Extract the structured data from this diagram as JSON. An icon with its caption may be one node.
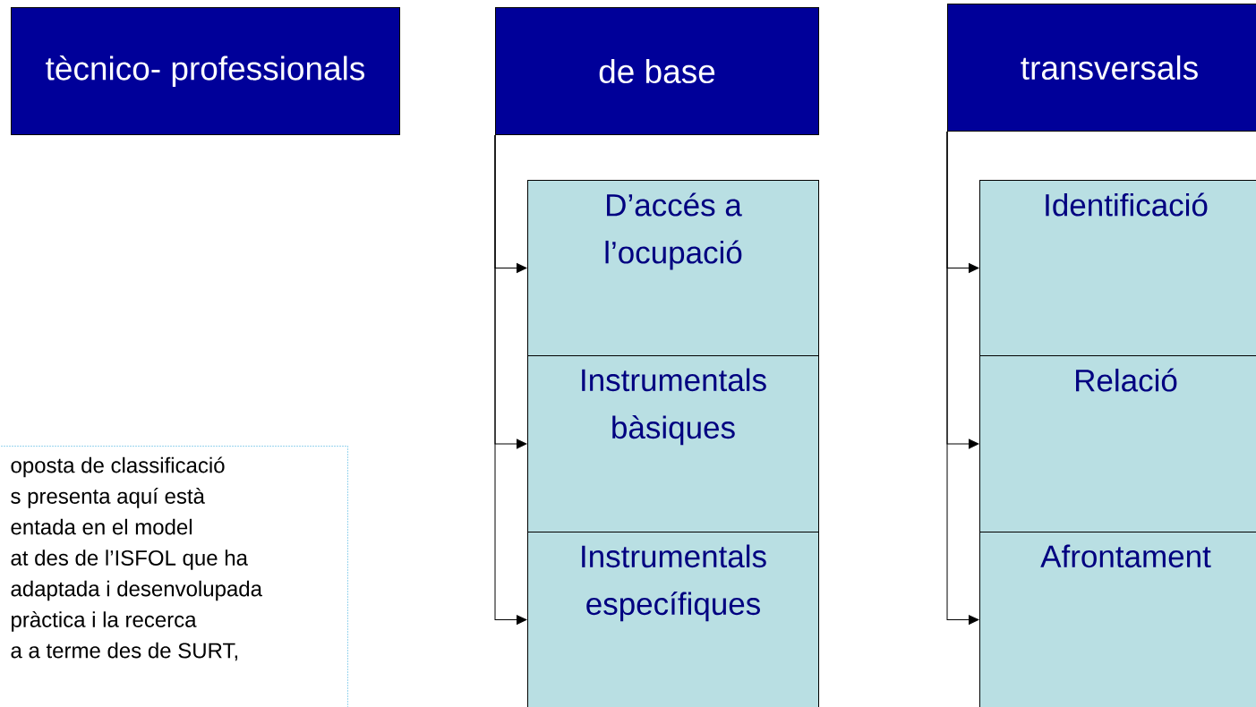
{
  "diagram": {
    "nodes": [
      {
        "text": [
          "tècnico- professionals"
        ]
      },
      {
        "text": [
          "de base"
        ]
      },
      {
        "text": [
          "D’accés a l’ocupació"
        ]
      },
      {
        "text": [
          "Instrumentals bàsiques"
        ]
      },
      {
        "text": [
          "Instrumentals específiques"
        ]
      },
      {
        "text": [
          "transversals"
        ]
      },
      {
        "text": [
          "Identificació"
        ]
      },
      {
        "text": [
          "Relació"
        ]
      },
      {
        "text": [
          "Afrontament"
        ]
      },
      {
        "text": [
          "oposta de classificació",
          "s presenta aquí està",
          "entada en el model",
          "at des de l’ISFOL  que ha",
          "adaptada i desenvolupada",
          "pràctica i la recerca",
          "a a terme des de SURT,"
        ]
      }
    ],
    "edges": [
      {
        "from": 1,
        "to": 2,
        "arrow": "to"
      },
      {
        "from": 1,
        "to": 3,
        "arrow": "to"
      },
      {
        "from": 1,
        "to": 4,
        "arrow": "to"
      },
      {
        "from": 5,
        "to": 6,
        "arrow": "to"
      },
      {
        "from": 5,
        "to": 7,
        "arrow": "to"
      },
      {
        "from": 5,
        "to": 8,
        "arrow": "to"
      }
    ]
  }
}
